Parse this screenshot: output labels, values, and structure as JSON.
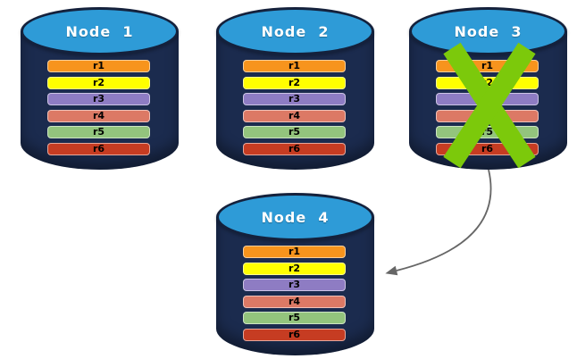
{
  "nodes": [
    {
      "label": "Node  1",
      "rows": [
        "r1",
        "r2",
        "r3",
        "r4",
        "r5",
        "r6"
      ],
      "status": "active"
    },
    {
      "label": "Node  2",
      "rows": [
        "r1",
        "r2",
        "r3",
        "r4",
        "r5",
        "r6"
      ],
      "status": "active"
    },
    {
      "label": "Node  3",
      "rows": [
        "r1",
        "r2",
        "r3",
        "r4",
        "r5",
        "r6"
      ],
      "status": "failed"
    },
    {
      "label": "Node  4",
      "rows": [
        "r1",
        "r2",
        "r3",
        "r4",
        "r5",
        "r6"
      ],
      "status": "active"
    }
  ],
  "row_colors": [
    "#F7941D",
    "#FFFF00",
    "#8E7CC3",
    "#DC7965",
    "#93C47D",
    "#C63C22"
  ],
  "colors": {
    "cylinder_body": "#1B2B4E",
    "cylinder_top": "#2E9BD7",
    "fail_x": "#7CC90B",
    "arrow": "#666666"
  }
}
